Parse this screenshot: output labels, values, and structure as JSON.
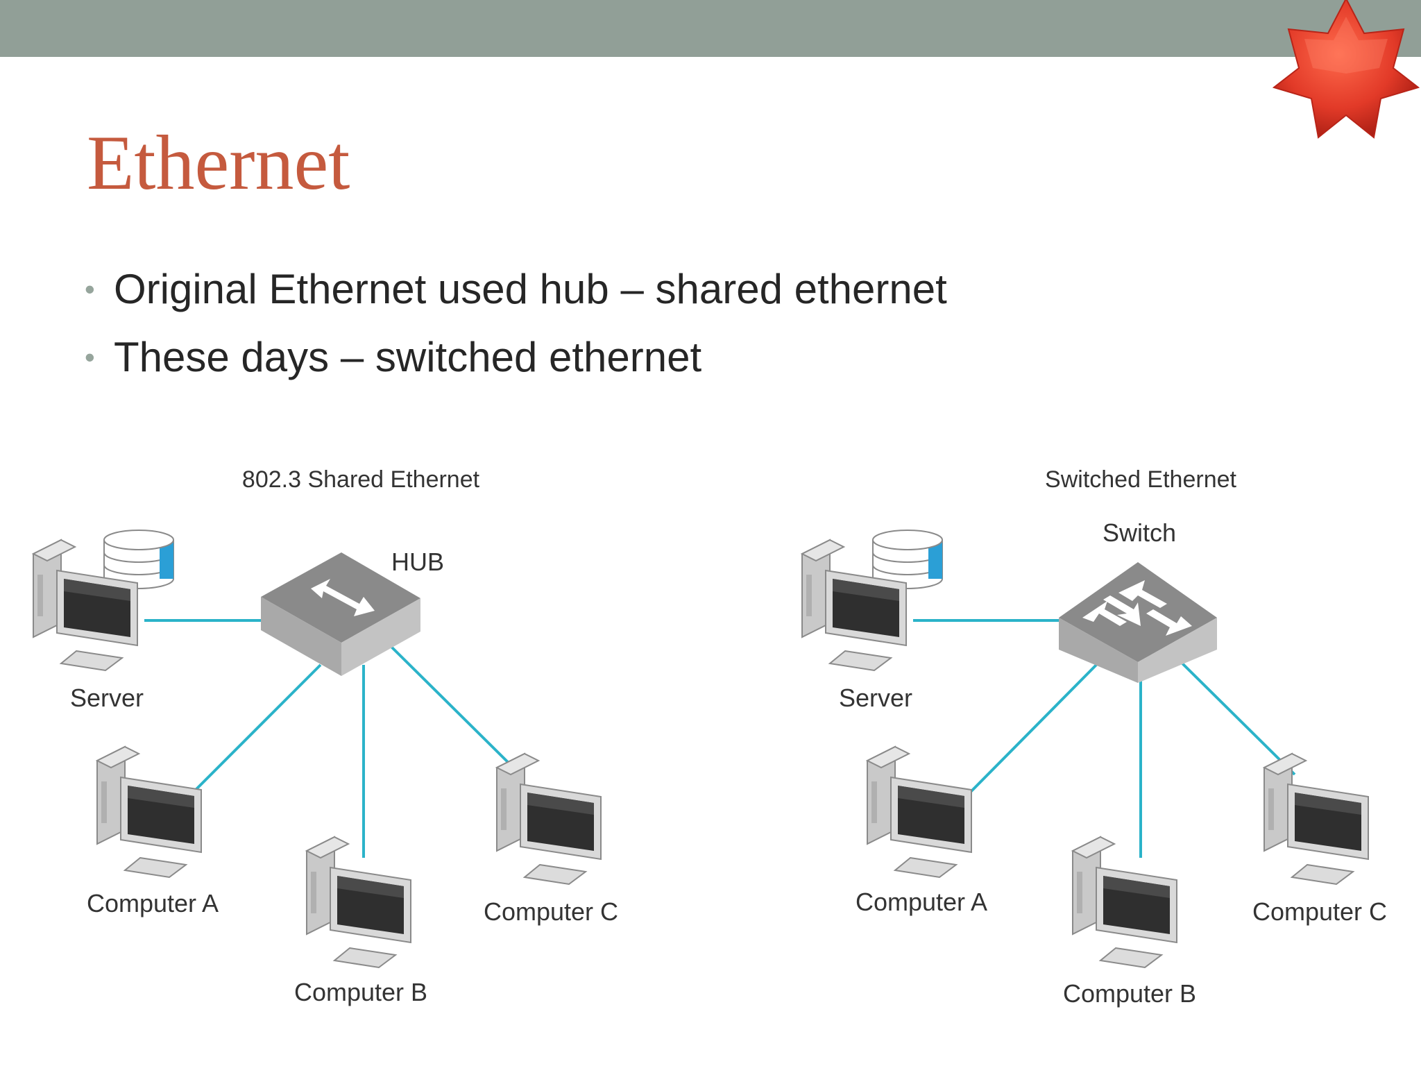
{
  "slide": {
    "title": "Ethernet",
    "bullets": [
      "Original Ethernet used hub – shared ethernet",
      "These days – switched ethernet"
    ]
  },
  "diagrams": [
    {
      "caption": "802.3 Shared Ethernet",
      "center_label": "HUB",
      "devices": [
        "Server",
        "Computer A",
        "Computer B",
        "Computer C"
      ]
    },
    {
      "caption": "Switched Ethernet",
      "center_label": "Switch",
      "devices": [
        "Server",
        "Computer A",
        "Computer B",
        "Computer C"
      ]
    }
  ],
  "colors": {
    "title": "#c55a3e",
    "top_band": "#919f97",
    "link_line": "#2bb3c9",
    "star": "#e23a28"
  }
}
